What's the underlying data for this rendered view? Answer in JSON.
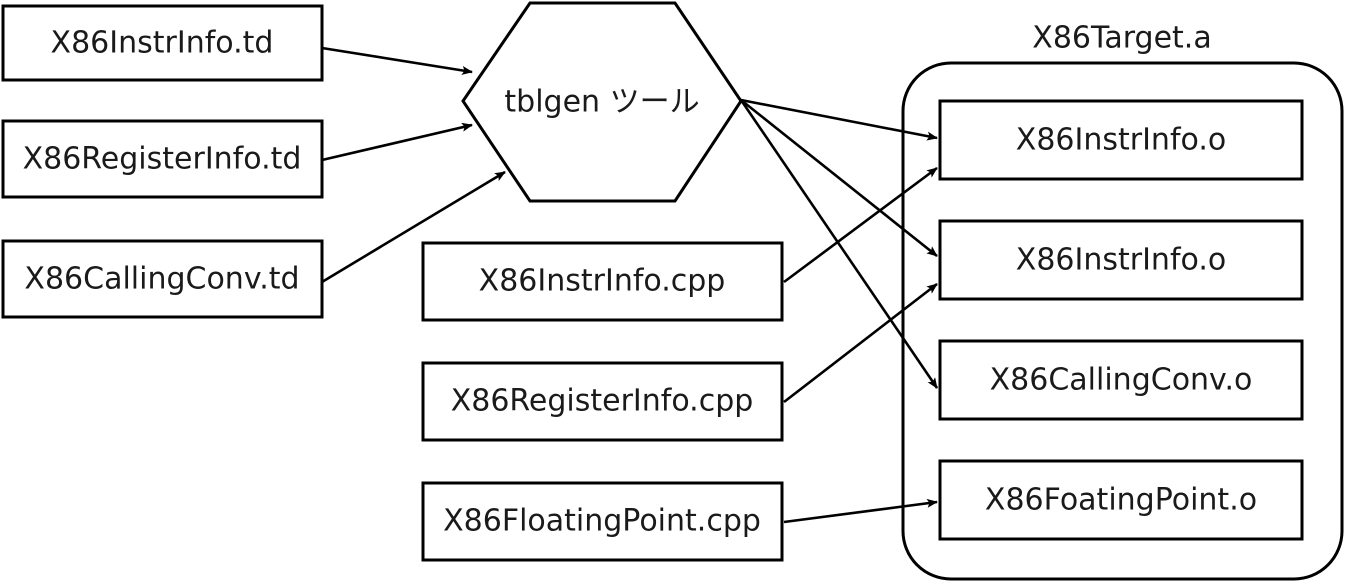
{
  "diagram": {
    "title": "LLVM X86 target build flow",
    "background_color": "#ffffff",
    "stroke_color": "#000000",
    "text_color": "#1a1a1a",
    "td_inputs": [
      {
        "label": "X86InstrInfo.td"
      },
      {
        "label": "X86RegisterInfo.td"
      },
      {
        "label": "X86CallingConv.td"
      }
    ],
    "tool": {
      "label": "tblgen ツール",
      "shape": "hexagon"
    },
    "cpp_sources": [
      {
        "label": "X86InstrInfo.cpp"
      },
      {
        "label": "X86RegisterInfo.cpp"
      },
      {
        "label": "X86FloatingPoint.cpp"
      }
    ],
    "archive": {
      "label": "X86Target.a",
      "objects": [
        {
          "label": "X86InstrInfo.o"
        },
        {
          "label": "X86InstrInfo.o"
        },
        {
          "label": "X86CallingConv.o"
        },
        {
          "label": "X86FoatingPoint.o"
        }
      ]
    },
    "edges": [
      {
        "from": "X86InstrInfo.td",
        "to": "tblgen ツール"
      },
      {
        "from": "X86RegisterInfo.td",
        "to": "tblgen ツール"
      },
      {
        "from": "X86CallingConv.td",
        "to": "tblgen ツール"
      },
      {
        "from": "tblgen ツール",
        "to": "X86InstrInfo.o"
      },
      {
        "from": "tblgen ツール",
        "to": "X86InstrInfo.o"
      },
      {
        "from": "tblgen ツール",
        "to": "X86CallingConv.o"
      },
      {
        "from": "X86InstrInfo.cpp",
        "to": "X86InstrInfo.o"
      },
      {
        "from": "X86RegisterInfo.cpp",
        "to": "X86InstrInfo.o"
      },
      {
        "from": "X86FloatingPoint.cpp",
        "to": "X86FoatingPoint.o"
      }
    ]
  }
}
